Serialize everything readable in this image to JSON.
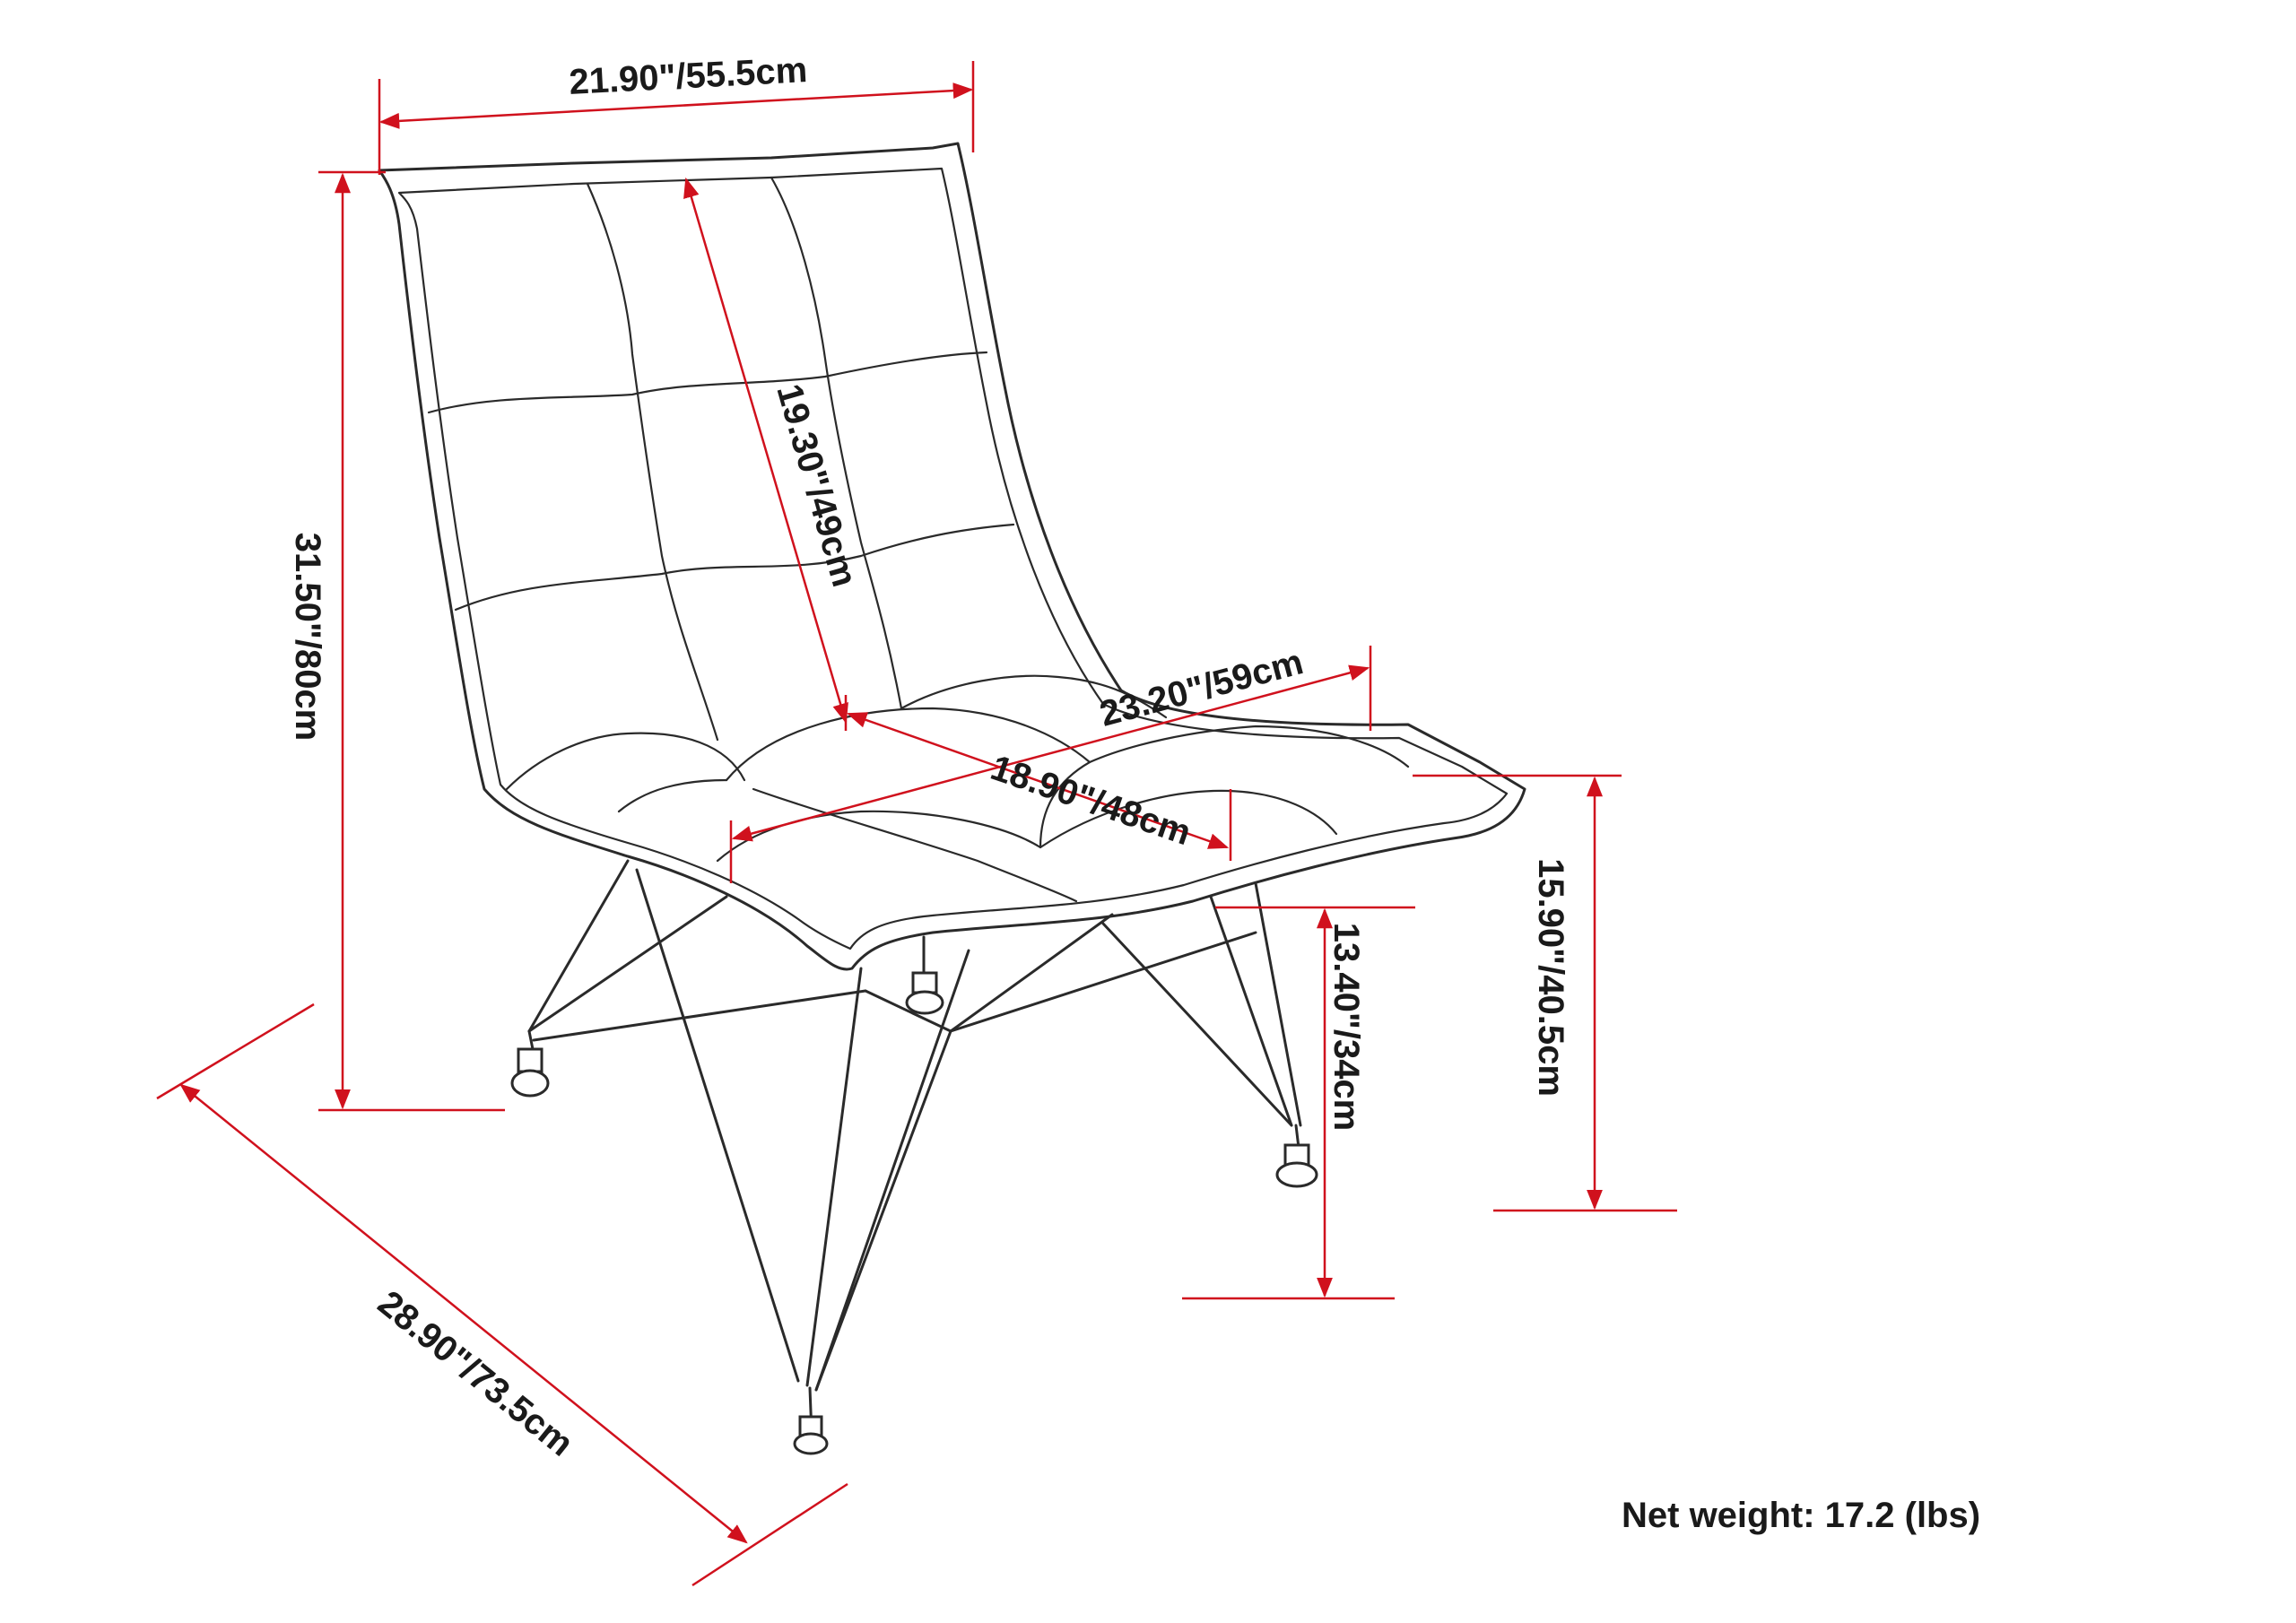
{
  "dimensions": {
    "width": "21.90\"/55.5cm",
    "height": "31.50\"/80cm",
    "back_height": "19.30\"/49cm",
    "seat_width": "23.20\"/59cm",
    "seat_depth": "18.90\"/48cm",
    "seat_height_front": "15.90\"/40.5cm",
    "seat_height_rear": "13.40\"/34cm",
    "depth": "28.90\"/73.5cm"
  },
  "net_weight": "Net weight: 17.2 (lbs)",
  "colors": {
    "dimension_line": "#d0111d",
    "outline": "#2a2a2a",
    "text": "#1a1a1a"
  }
}
